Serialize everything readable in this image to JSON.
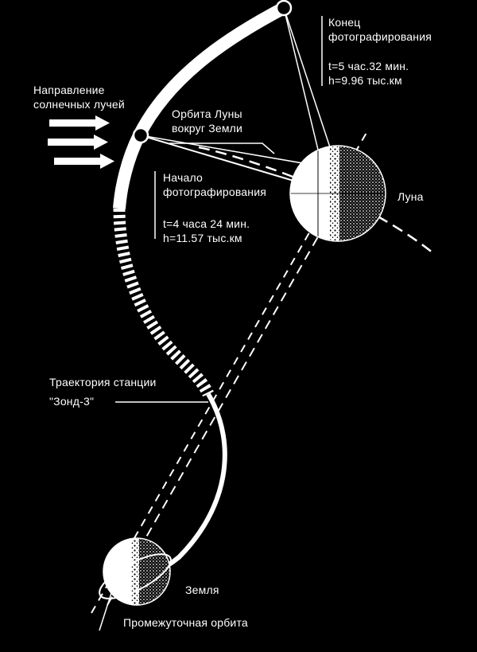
{
  "labels": {
    "sun_rays": [
      "Направление",
      "солнечных лучей"
    ],
    "moon_orbit": [
      "Орбита Луны",
      "вокруг Земли"
    ],
    "end_photo": [
      "Конец",
      "фотографирования"
    ],
    "end_time": "t=5 час.32 мин.",
    "end_height": "h=9.96 тыс.км",
    "start_photo": [
      "Начало",
      "фотографирования"
    ],
    "start_time": "t=4 часа 24 мин.",
    "start_height": "h=11.57 тыс.км",
    "moon": "Луна",
    "trajectory": [
      "Траектория станции",
      "\"Зонд-3\""
    ],
    "earth": "Земля",
    "intermediate_orbit": "Промежуточная орбита"
  },
  "colors": {
    "background": "#000000",
    "foreground": "#ffffff"
  }
}
